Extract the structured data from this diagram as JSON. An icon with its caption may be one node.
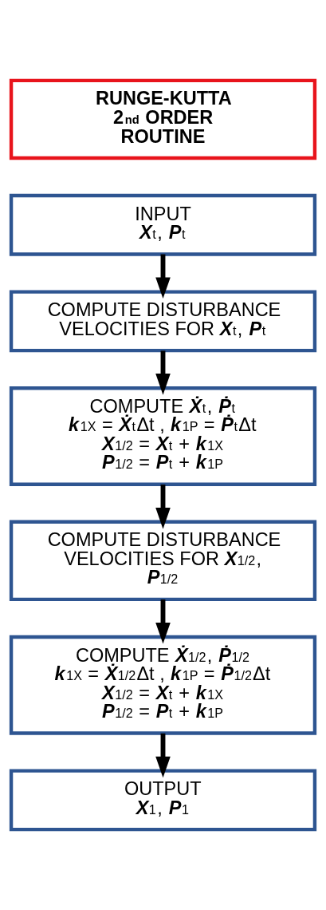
{
  "diagram": {
    "nodes": [
      {
        "text": [
          "RUNGE-KUTTA 2$^{nd}$ ORDER ROUTINE"
        ]
      },
      {
        "text": [
          "INPUT",
          "*X*$_{t}$, *P*$_{t}$"
        ]
      },
      {
        "text": [
          "COMPUTE DISTURBANCE VELOCITIES FOR *X*$_{t}$, *P*$_{t}$"
        ]
      },
      {
        "text": [
          "COMPUTE *Ẋ*$_{t}$, *Ṗ*$_{t}$",
          "*k*$_{1X}$ = *Ẋ*$_{t}$Δt , *k*$_{1P}$ = *Ṗ*$_{t}$Δt",
          "*X*$_{1/2}$ = *X*$_{t}$ + *k*$_{1X}$",
          "*P*$_{1/2}$ = *P*$_{t}$ + *k*$_{1P}$"
        ]
      },
      {
        "text": [
          "COMPUTE DISTURBANCE VELOCITIES FOR *X*$_{1/2}$, *P*$_{1/2}$"
        ]
      },
      {
        "text": [
          "COMPUTE *Ẋ*$_{1/2}$, *Ṗ*$_{1/2}$",
          "*k*$_{1X}$ = *Ẋ*$_{1/2}$Δt , *k*$_{1P}$ = *Ṗ*$_{1/2}$Δt",
          "*X*$_{1/2}$ = *X*$_{t}$ + *k*$_{1X}$",
          "*P*$_{1/2}$ = *P*$_{t}$ + *k*$_{1P}$"
        ]
      },
      {
        "text": [
          "OUTPUT",
          "*X*$_{1}$, *P*$_{1}$"
        ]
      }
    ],
    "edges": [
      {
        "from": 1,
        "to": 2,
        "arrow": "to"
      },
      {
        "from": 2,
        "to": 3,
        "arrow": "to"
      },
      {
        "from": 3,
        "to": 4,
        "arrow": "to"
      },
      {
        "from": 4,
        "to": 5,
        "arrow": "to"
      },
      {
        "from": 5,
        "to": 6,
        "arrow": "to"
      }
    ]
  }
}
